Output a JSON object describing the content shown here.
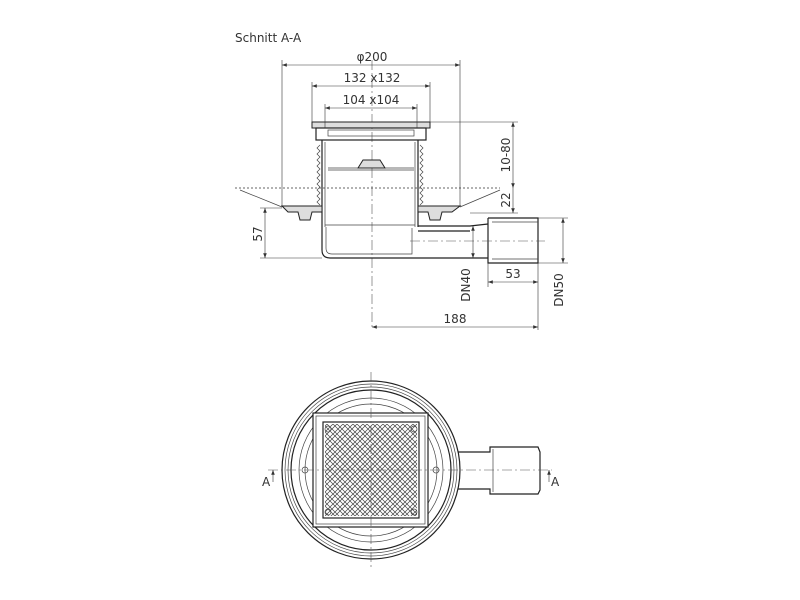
{
  "title": "Schnitt A-A",
  "dimensions": {
    "diameter": "φ200",
    "frame": "132 x132",
    "grate": "104 x104",
    "height_range": "10-80",
    "flange": "22",
    "depth": "57",
    "outlet_inner": "DN40",
    "socket_length": "53",
    "outlet_outer": "DN50",
    "total_length": "188"
  },
  "section_marks": {
    "left": "A",
    "right": "A"
  }
}
